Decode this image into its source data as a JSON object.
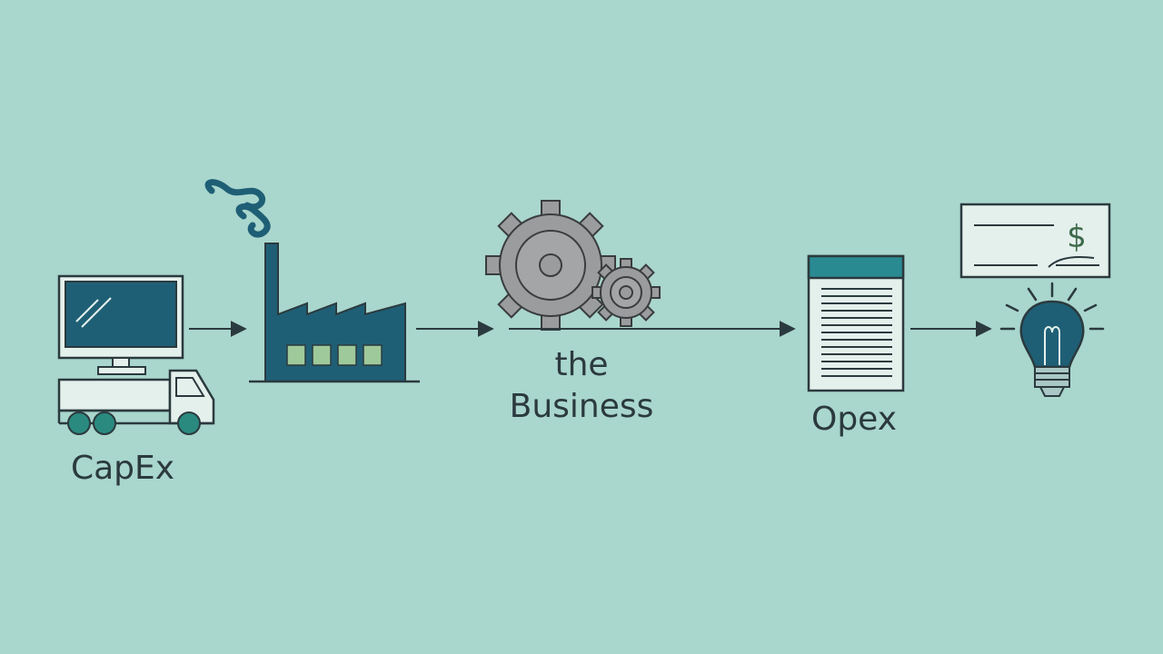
{
  "colors": {
    "background": "#a9d6cd",
    "accent": "#1f5f76",
    "line": "#2b3a3e",
    "pale": "#e4f0ec",
    "header": "#2a8a92",
    "gear": "#9a9c9e",
    "window": "#9ec99a",
    "dollar": "#3d6a4a"
  },
  "labels": {
    "capex": "CapEx",
    "business_line1": "the",
    "business_line2": "Business",
    "opex": "Opex"
  },
  "icons": {
    "capex": [
      "computer-monitor-icon",
      "delivery-truck-icon"
    ],
    "factory": "factory-icon",
    "business": "gears-icon",
    "opex": [
      "document-icon",
      "check-icon",
      "lightbulb-icon"
    ]
  },
  "check": {
    "symbol": "$"
  }
}
